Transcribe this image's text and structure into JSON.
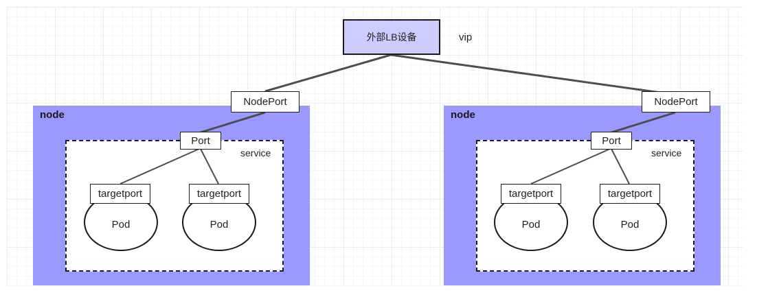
{
  "lb": {
    "label": "外部LB设备",
    "vip_label": "vip"
  },
  "nodes": [
    {
      "label": "node",
      "nodeport_label": "NodePort",
      "service_label": "service",
      "port_label": "Port",
      "targetports": [
        {
          "label": "targetport",
          "pod_label": "Pod"
        },
        {
          "label": "targetport",
          "pod_label": "Pod"
        }
      ]
    },
    {
      "label": "node",
      "nodeport_label": "NodePort",
      "service_label": "service",
      "port_label": "Port",
      "targetports": [
        {
          "label": "targetport",
          "pod_label": "Pod"
        },
        {
          "label": "targetport",
          "pod_label": "Pod"
        }
      ]
    }
  ],
  "colors": {
    "node_fill": "#9999ff",
    "lb_fill": "#ccccff",
    "line": "#4d4d4d"
  }
}
